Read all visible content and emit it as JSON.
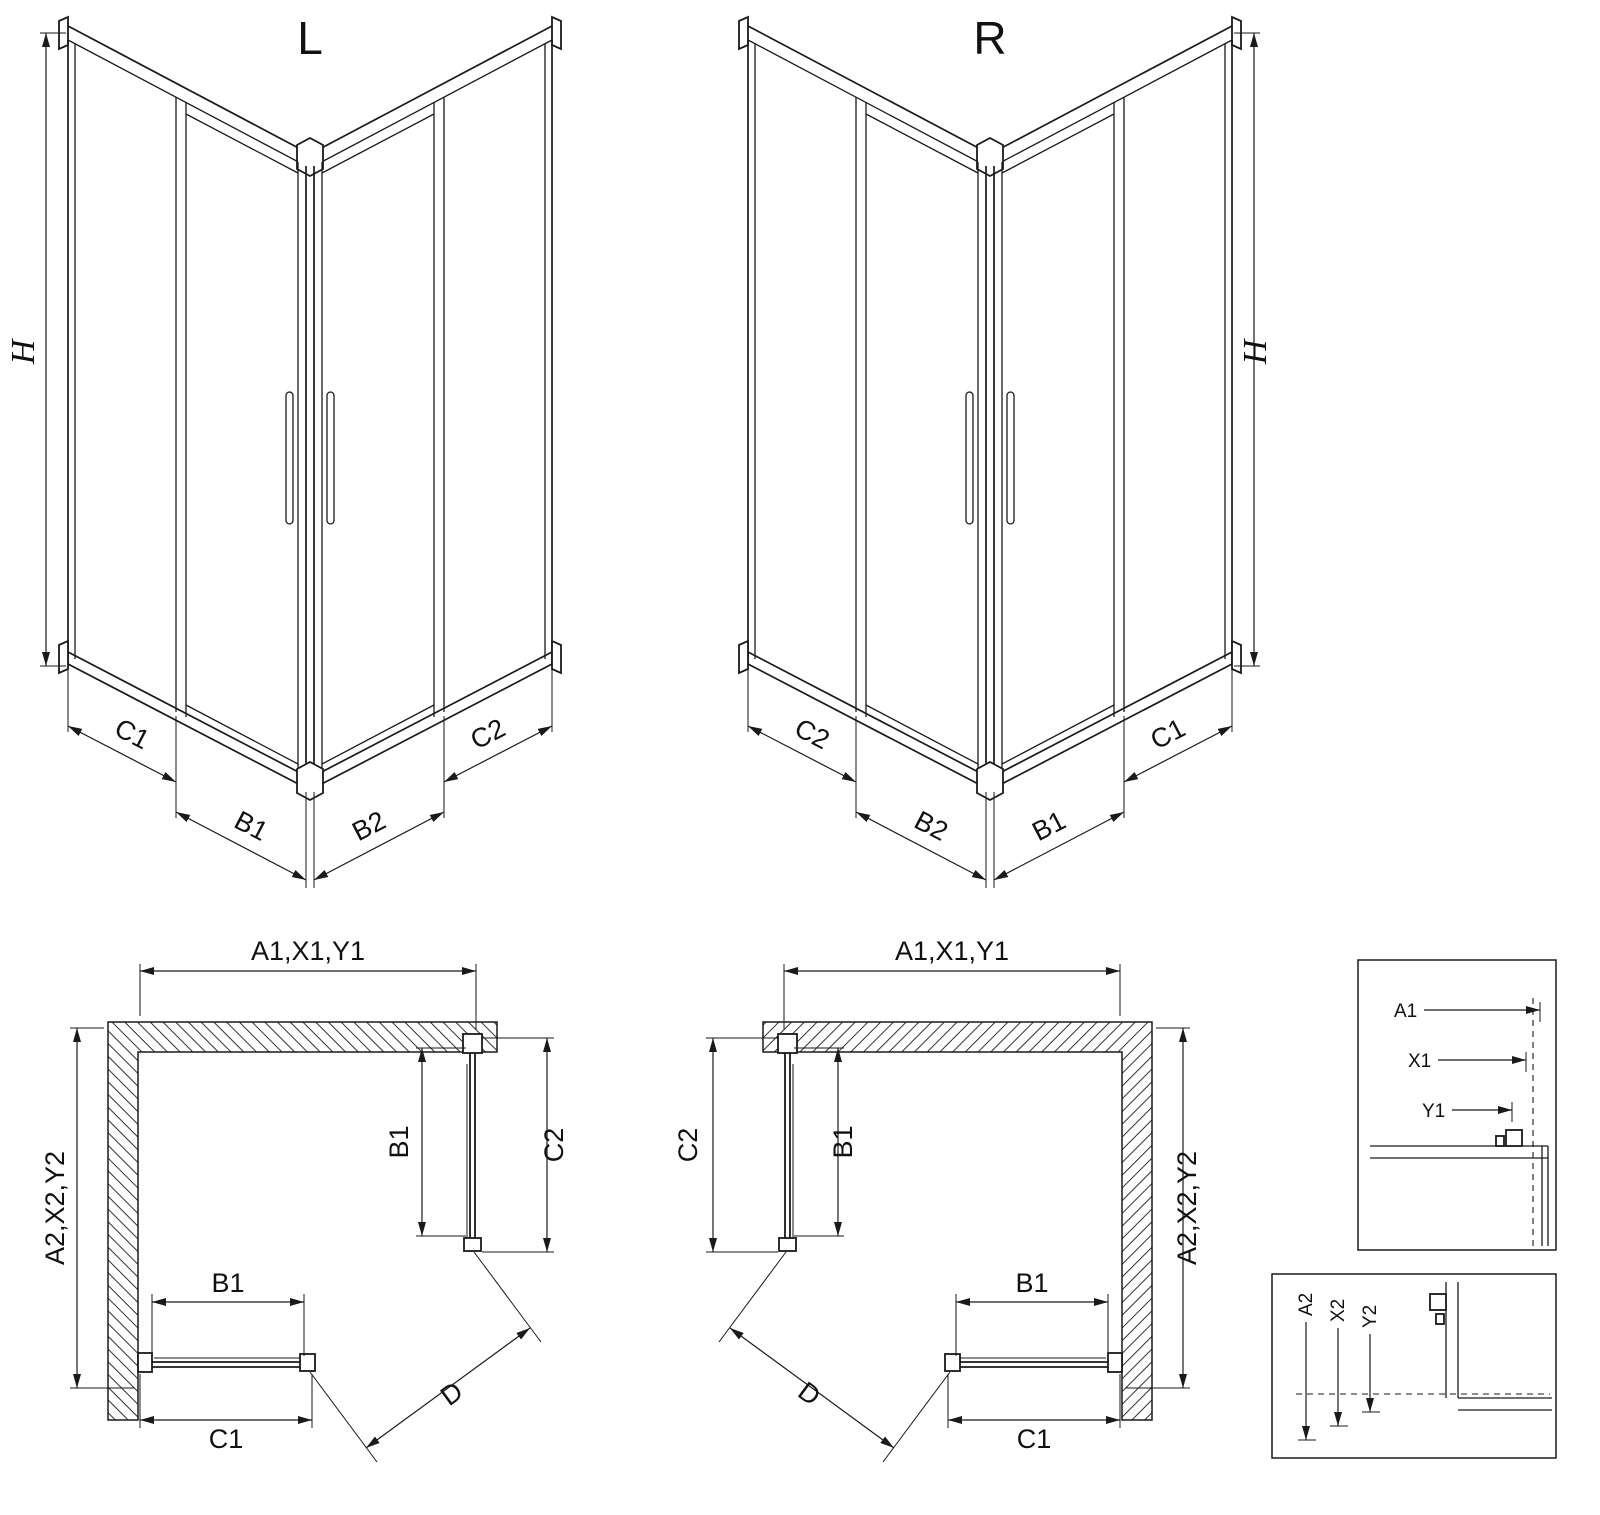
{
  "page": {
    "background": "#ffffff",
    "line_color": "#1a1a1a"
  },
  "iso_left": {
    "title": "L",
    "dim_height": "H",
    "dim_c1": "C1",
    "dim_b1": "B1",
    "dim_b2": "B2",
    "dim_c2": "C2"
  },
  "iso_right": {
    "title": "R",
    "dim_height": "H",
    "dim_c1": "C1",
    "dim_b1": "B1",
    "dim_b2": "B2",
    "dim_c2": "C2"
  },
  "plan_left": {
    "dim_top": "A1,X1,Y1",
    "dim_side": "A2,X2,Y2",
    "dim_door_side": "B1",
    "dim_panel_side": "C2",
    "dim_door_bottom": "B1",
    "dim_panel_bottom": "C1",
    "dim_diagonal": "D"
  },
  "plan_right": {
    "dim_top": "A1,X1,Y1",
    "dim_side": "A2,X2,Y2",
    "dim_door_side": "B1",
    "dim_panel_side": "C2",
    "dim_door_bottom": "B1",
    "dim_panel_bottom": "C1",
    "dim_diagonal": "D"
  },
  "detail_top": {
    "dim_a1": "A1",
    "dim_x1": "X1",
    "dim_y1": "Y1"
  },
  "detail_bottom": {
    "dim_a2": "A2",
    "dim_x2": "X2",
    "dim_y2": "Y2"
  }
}
